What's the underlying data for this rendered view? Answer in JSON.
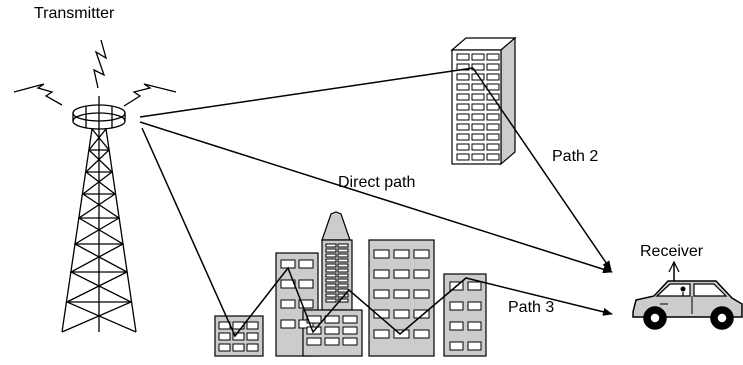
{
  "labels": {
    "transmitter": "Transmitter",
    "receiver": "Receiver",
    "direct_path": "Direct path",
    "path2": "Path 2",
    "path3": "Path 3"
  },
  "colors": {
    "building_fill": "#cccccc",
    "line": "#000000",
    "background": "#ffffff"
  },
  "icons": [
    "transmitter-tower-icon",
    "office-building-icon",
    "city-buildings-icon",
    "car-icon",
    "antenna-icon"
  ]
}
